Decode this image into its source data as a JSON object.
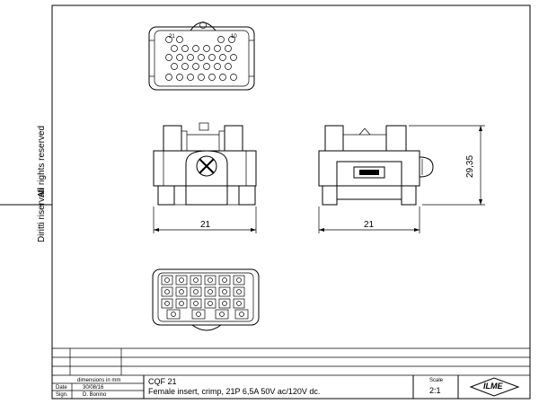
{
  "side_text": {
    "rights_reserved": "All rights reserved",
    "diritti_riservati": "Diritti riservati"
  },
  "dimensions": {
    "front_width": "21",
    "side_width": "21",
    "side_height": "29,35"
  },
  "title_block": {
    "units_note": "dimensions in mm",
    "date_label": "Date",
    "date_value": "30/08/16",
    "sign_label": "Sign.",
    "sign_value": "D. Bonino",
    "part_code": "CQF 21",
    "description": "Female insert, crimp, 21P 6,5A 50V ac/120V dc.",
    "scale_label": "Scale",
    "scale_value": "2:1",
    "logo_text": "ILME"
  },
  "top_view": {
    "contact_numbers": [
      "21",
      "10"
    ]
  },
  "colors": {
    "line": "#000000",
    "background": "#ffffff"
  }
}
